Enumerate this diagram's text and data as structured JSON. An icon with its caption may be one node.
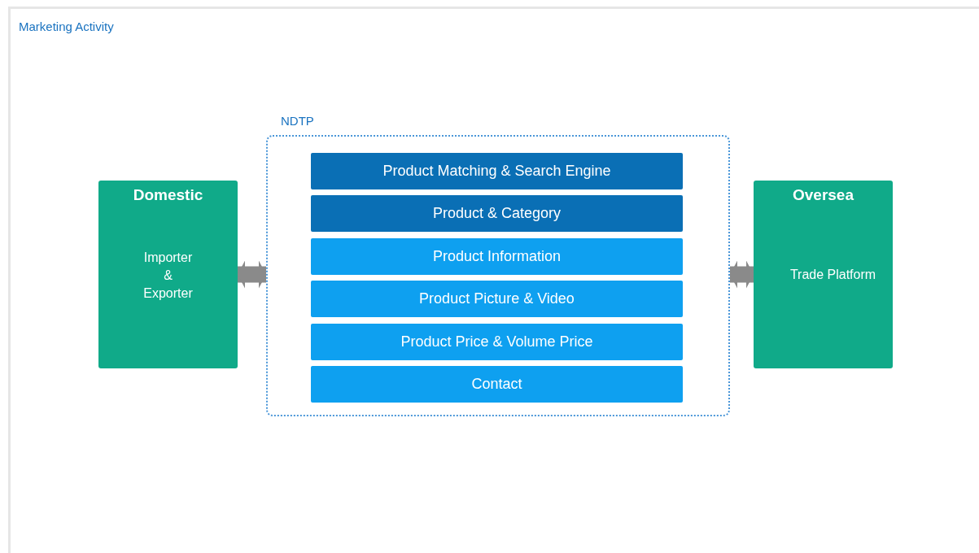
{
  "diagram": {
    "title": "Marketing Activity",
    "nodes": [
      {
        "text": [
          "Domestic",
          "Importer & Exporter"
        ]
      },
      {
        "text": [
          "NDTP"
        ]
      },
      {
        "text": [
          "Product Matching & Search Engine"
        ],
        "in": 1
      },
      {
        "text": [
          "Product & Category"
        ],
        "in": 1
      },
      {
        "text": [
          "Product Information"
        ],
        "in": 1
      },
      {
        "text": [
          "Product Picture & Video"
        ],
        "in": 1
      },
      {
        "text": [
          "Product Price & Volume Price"
        ],
        "in": 1
      },
      {
        "text": [
          "Contact"
        ],
        "in": 1
      },
      {
        "text": [
          "Oversea",
          "Trade Platform"
        ]
      }
    ],
    "edges": [
      {
        "from": 0,
        "to": 1,
        "arrow": "both"
      },
      {
        "from": 1,
        "to": 8,
        "arrow": "both"
      }
    ]
  }
}
